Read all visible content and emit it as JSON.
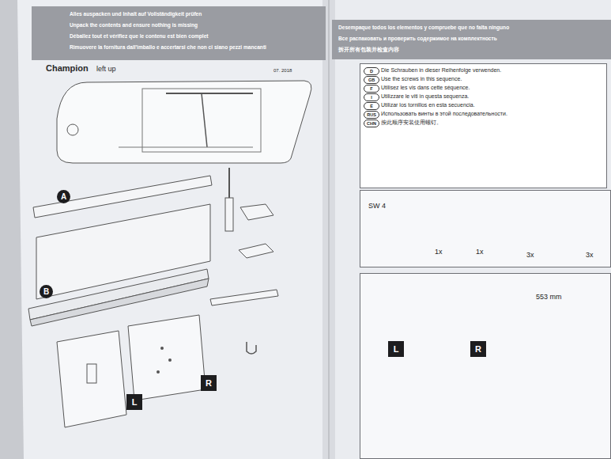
{
  "diagram": {
    "nodes": [
      {
        "text": [
          "Alles auspacken und Inhalt auf Vollständigkeit prüfen",
          "Unpack the contents and ensure nothing is missing",
          "Déballez tout et vérifiez que le contenu est bien complet",
          "Rimuovere la fornitura dall'imballo e accertarsi che non ci siano pezzi mancanti"
        ]
      },
      {
        "text": [
          "A"
        ]
      },
      {
        "text": [
          "B"
        ]
      },
      {
        "text": [
          "L"
        ]
      },
      {
        "text": [
          "R"
        ]
      },
      {
        "text": [
          "Desempaque todos los elementos y compruebe que no falta ninguno",
          "Все распаковать и проверить содержимое на комплектность",
          "拆开所有包装并检查内容"
        ]
      },
      {
        "text": [
          "Die Schrauben in dieser Reihenfolge verwenden.",
          "Use the screws in this sequence.",
          "Utilisez les vis dans cette séquence.",
          "Utilizzare le viti in questa sequenza.",
          "Utilizar los tornillos en esta secuencia.",
          "Использовать винты в этой последовательности.",
          "按此顺序安装使用螺钉。"
        ]
      },
      {
        "text": [
          "D"
        ],
        "in": 6
      },
      {
        "text": [
          "GB"
        ],
        "in": 6
      },
      {
        "text": [
          "F"
        ],
        "in": 6
      },
      {
        "text": [
          "I"
        ],
        "in": 6
      },
      {
        "text": [
          "E"
        ],
        "in": 6
      },
      {
        "text": [
          "RUS"
        ],
        "in": 6
      },
      {
        "text": [
          "CHN"
        ],
        "in": 6
      },
      {
        "text": [
          "SW 4",
          "1x",
          "1x",
          "3x",
          "3x"
        ]
      },
      {
        "text": [
          "553 mm"
        ]
      },
      {
        "text": [
          "L"
        ],
        "in": 15
      },
      {
        "text": [
          "R"
        ],
        "in": 15
      }
    ],
    "labels": [
      "Champion",
      "left up",
      "07. 2018"
    ]
  }
}
